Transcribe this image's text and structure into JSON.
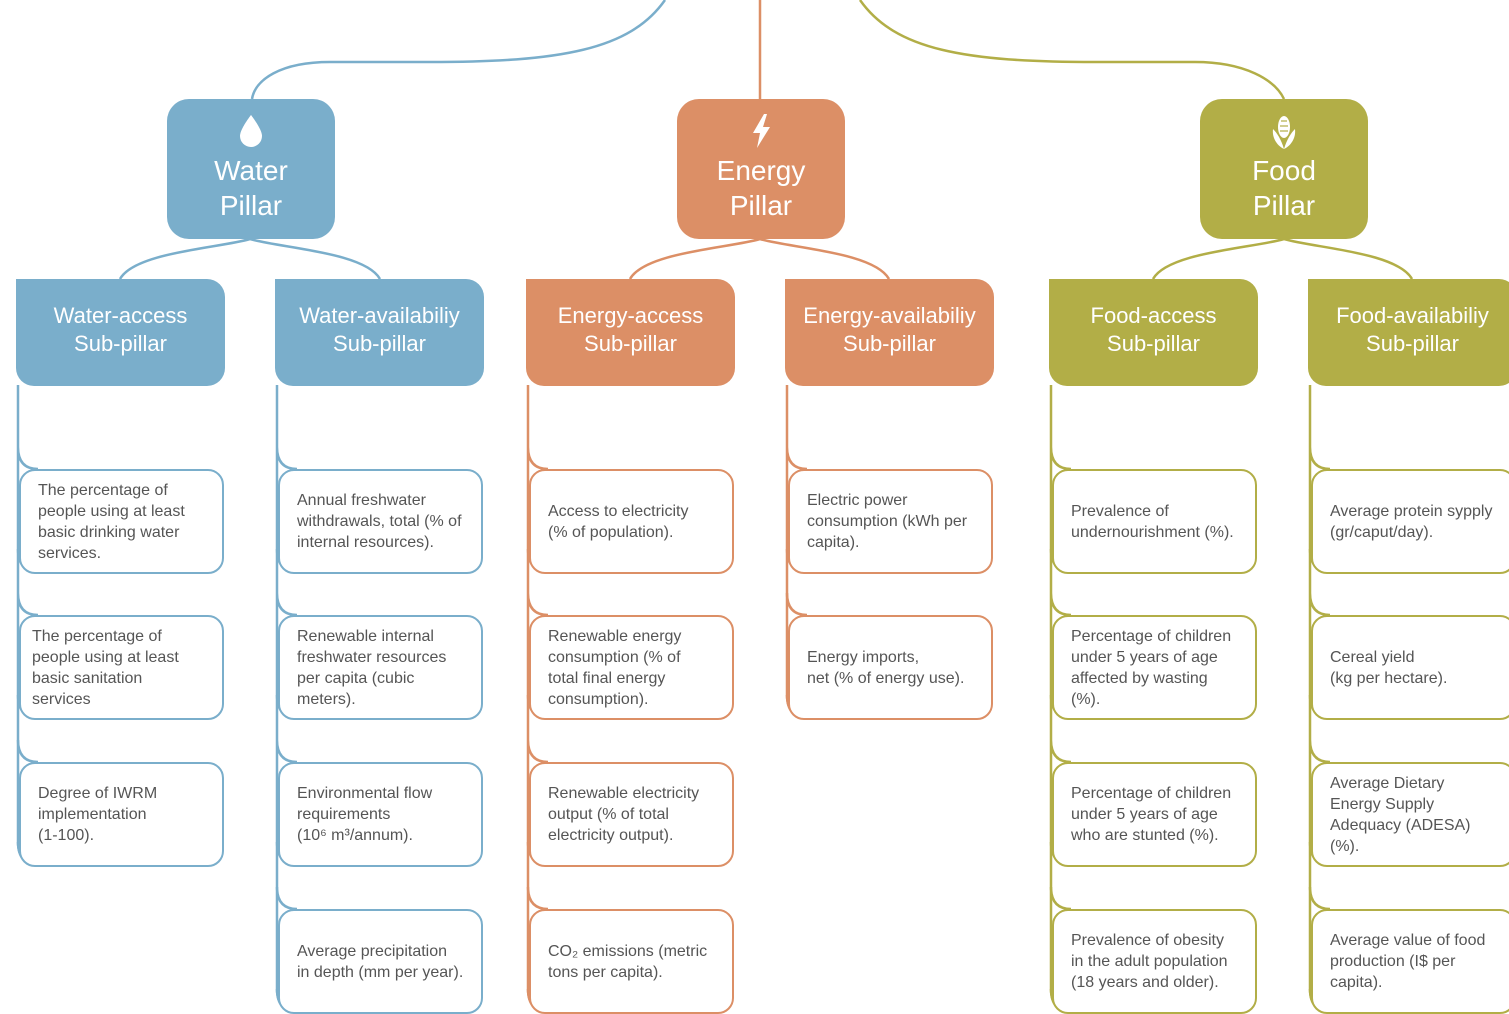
{
  "colors": {
    "water": "#7aaecb",
    "energy": "#dc8f66",
    "food": "#b2ae47"
  },
  "pillars": [
    {
      "icon": "water-drop-icon",
      "line1": "Water",
      "line2": "Pillar"
    },
    {
      "icon": "lightning-bolt-icon",
      "line1": "Energy",
      "line2": "Pillar"
    },
    {
      "icon": "corn-icon",
      "line1": "Food",
      "line2": "Pillar"
    }
  ],
  "subpillars": [
    {
      "line1": "Water-access",
      "line2": "Sub-pillar",
      "indicators": [
        "The percentage of\npeople using at least\nbasic drinking water\nservices.",
        "The percentage of\npeople using at least\nbasic sanitation\nservices",
        "Degree of IWRM\nimplementation\n(1-100)."
      ]
    },
    {
      "line1": "Water-availabiliy",
      "line2": "Sub-pillar",
      "indicators": [
        "Annual freshwater\nwithdrawals, total (% of\ninternal resources).",
        "Renewable internal\nfreshwater resources\nper capita (cubic\nmeters).",
        "Environmental flow\nrequirements\n(10⁶ m³/annum).",
        "Average precipitation\nin depth (mm per year)."
      ]
    },
    {
      "line1": "Energy-access",
      "line2": "Sub-pillar",
      "indicators": [
        "Access to electricity\n(% of population).",
        "Renewable energy\nconsumption (% of\ntotal final energy\nconsumption).",
        "Renewable electricity\noutput (% of total\nelectricity output).",
        "CO₂ emissions (metric\ntons per capita)."
      ]
    },
    {
      "line1": "Energy-availabiliy",
      "line2": "Sub-pillar",
      "indicators": [
        "Electric power\nconsumption (kWh per\ncapita).",
        "Energy imports,\nnet (% of energy use)."
      ]
    },
    {
      "line1": "Food-access",
      "line2": "Sub-pillar",
      "indicators": [
        "Prevalence of\nundernourishment (%).",
        "Percentage of children\nunder 5 years of age\naffected by wasting\n(%).",
        "Percentage of children\nunder 5 years of age\nwho are stunted (%).",
        "Prevalence of obesity\nin the adult population\n(18 years and older)."
      ]
    },
    {
      "line1": "Food-availabiliy",
      "line2": "Sub-pillar",
      "indicators": [
        "Average protein sypply\n(gr/caput/day).",
        "Cereal yield\n(kg per hectare).",
        "Average Dietary\nEnergy Supply\nAdequacy (ADESA)\n(%).",
        "Average value of food\nproduction (I$ per\ncapita)."
      ]
    }
  ]
}
